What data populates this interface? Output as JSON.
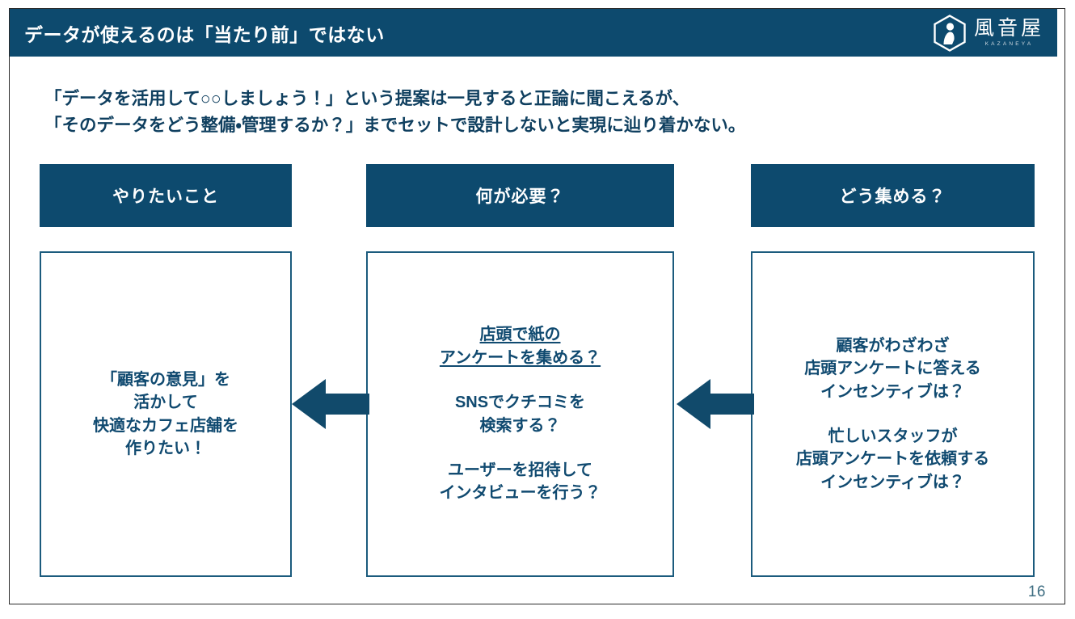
{
  "slide": {
    "title": "データが使えるのは「当たり前」ではない",
    "page_number": "16",
    "accent_navy": "#0d4a6e",
    "accent_text_blue": "#104a70",
    "border_blue": "#1b5b7d",
    "page_number_color": "#3f6e82"
  },
  "logo": {
    "kanji": "風音屋",
    "roman": "KAZANEYA",
    "mark_icon": "hexagon-person-icon"
  },
  "lead": {
    "line1": "「データを活用して○○しましょう！」という提案は一見すると正論に聞こえるが、",
    "line2": "「そのデータをどう整備・管理するか？」までセットで設計しないと実現に辿り着かない。"
  },
  "columns": [
    {
      "header": "やりたいこと",
      "entries": [
        {
          "underlined": false,
          "lines": [
            "「顧客の意見」を",
            "活かして",
            "快適なカフェ店舗を",
            "作りたい！"
          ]
        }
      ]
    },
    {
      "header": "何が必要？",
      "entries": [
        {
          "underlined": true,
          "lines": [
            "店頭で紙の",
            "アンケートを集める？"
          ]
        },
        {
          "underlined": false,
          "lines": [
            "SNSでクチコミを",
            "検索する？"
          ]
        },
        {
          "underlined": false,
          "lines": [
            "ユーザーを招待して",
            "インタビューを行う？"
          ]
        }
      ]
    },
    {
      "header": "どう集める？",
      "entries": [
        {
          "underlined": false,
          "lines": [
            "顧客がわざわざ",
            "店頭アンケートに答える",
            "インセンティブは？"
          ]
        },
        {
          "underlined": false,
          "lines": [
            "忙しいスタッフが",
            "店頭アンケートを依頼する",
            "インセンティブは？"
          ]
        }
      ]
    }
  ],
  "arrows": [
    {
      "direction": "left",
      "name": "arrow-middle-to-left"
    },
    {
      "direction": "left",
      "name": "arrow-right-to-middle"
    }
  ]
}
